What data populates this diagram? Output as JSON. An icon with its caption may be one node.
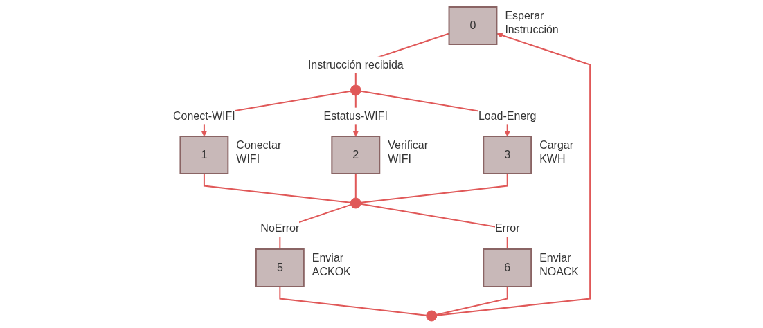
{
  "diagram": {
    "nodes": [
      {
        "text": [
          "0"
        ],
        "beside": [
          "Esperar Instrucción"
        ]
      },
      {
        "text": [],
        "shape": "circle"
      },
      {
        "text": [
          "1"
        ],
        "beside": [
          "Conectar WIFI"
        ]
      },
      {
        "text": [
          "2"
        ],
        "beside": [
          "Verificar WIFI"
        ]
      },
      {
        "text": [
          "3"
        ],
        "beside": [
          "Cargar KWH"
        ]
      },
      {
        "text": [],
        "shape": "circle"
      },
      {
        "text": [
          "5"
        ],
        "beside": [
          "Enviar ACKOK"
        ]
      },
      {
        "text": [
          "6"
        ],
        "beside": [
          "Enviar NOACK"
        ]
      },
      {
        "text": [],
        "shape": "circle"
      }
    ],
    "edges": [
      {
        "from": 0,
        "to": 1,
        "arrow": "none",
        "label": "Instrucción recibida"
      },
      {
        "from": 1,
        "to": 2,
        "arrow": "to",
        "label": "Conect-WIFI"
      },
      {
        "from": 1,
        "to": 3,
        "arrow": "to",
        "label": "Estatus-WIFI"
      },
      {
        "from": 1,
        "to": 4,
        "arrow": "to",
        "label": "Load-Energ"
      },
      {
        "from": 2,
        "to": 5,
        "arrow": "none"
      },
      {
        "from": 3,
        "to": 5,
        "arrow": "none"
      },
      {
        "from": 4,
        "to": 5,
        "arrow": "none"
      },
      {
        "from": 5,
        "to": 6,
        "arrow": "none",
        "label": "NoError"
      },
      {
        "from": 5,
        "to": 7,
        "arrow": "none",
        "label": "Error"
      },
      {
        "from": 6,
        "to": 8,
        "arrow": "none"
      },
      {
        "from": 7,
        "to": 8,
        "arrow": "none"
      },
      {
        "from": 8,
        "to": 0,
        "arrow": "to"
      }
    ]
  }
}
